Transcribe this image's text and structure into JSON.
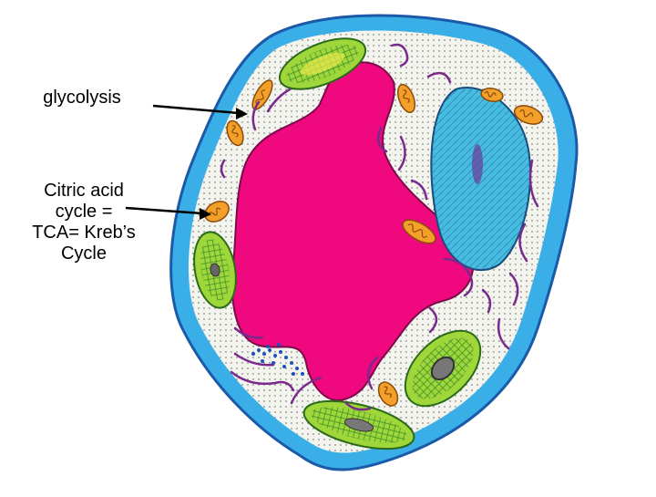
{
  "labels": {
    "glycolysis": "glycolysis",
    "krebs_lines": [
      "Citric acid",
      "cycle =",
      "TCA= Kreb’s",
      "Cycle"
    ]
  },
  "colors": {
    "cell_wall": "#3aaee6",
    "cell_wall_outline": "#1a5aa8",
    "cytoplasm": "#f4f4ee",
    "vacuole": "#f0087e",
    "nucleus": "#46bce0",
    "chloroplast": "#9fd63a",
    "chloroplast_inner": "#e8e84a",
    "mitochondrion": "#f2a02a",
    "membrane_lines": "#7a2a8c",
    "ribosomes": "#1f4fb8",
    "arrow": "#000000"
  }
}
